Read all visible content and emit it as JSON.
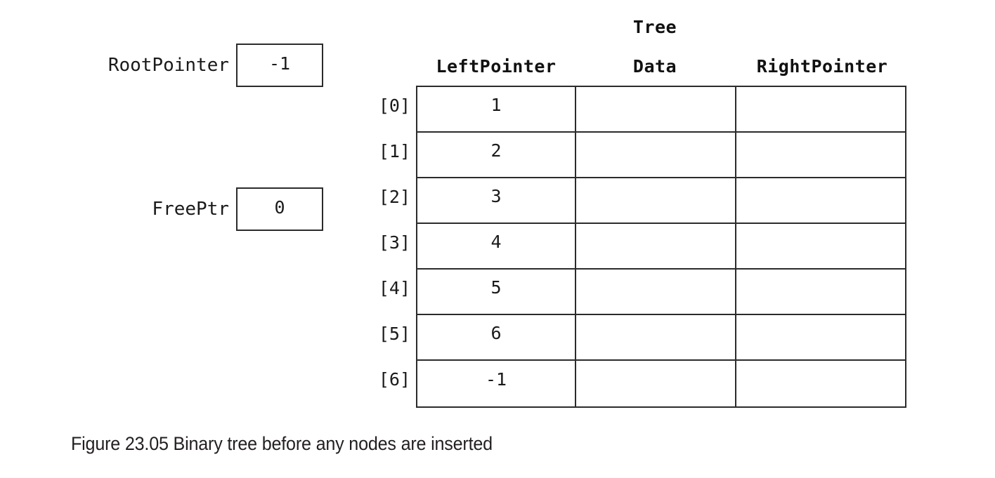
{
  "figure": {
    "caption": "Figure 23.05 Binary tree before any nodes are inserted"
  },
  "pointers": [
    {
      "label": "RootPointer",
      "value": "-1"
    },
    {
      "label": "FreePtr",
      "value": "0"
    }
  ],
  "table": {
    "group_title": "Tree",
    "columns": [
      "LeftPointer",
      "Data",
      "RightPointer"
    ],
    "rows": [
      {
        "index": "[0]",
        "LeftPointer": "1",
        "Data": "",
        "RightPointer": ""
      },
      {
        "index": "[1]",
        "LeftPointer": "2",
        "Data": "",
        "RightPointer": ""
      },
      {
        "index": "[2]",
        "LeftPointer": "3",
        "Data": "",
        "RightPointer": ""
      },
      {
        "index": "[3]",
        "LeftPointer": "4",
        "Data": "",
        "RightPointer": ""
      },
      {
        "index": "[4]",
        "LeftPointer": "5",
        "Data": "",
        "RightPointer": ""
      },
      {
        "index": "[5]",
        "LeftPointer": "6",
        "Data": "",
        "RightPointer": ""
      },
      {
        "index": "[6]",
        "LeftPointer": "-1",
        "Data": "",
        "RightPointer": ""
      }
    ]
  },
  "colors": {
    "ink": "#1a1a1a",
    "rule": "#2b2b2b",
    "background": "#ffffff",
    "caption_ink": "#231f20"
  }
}
